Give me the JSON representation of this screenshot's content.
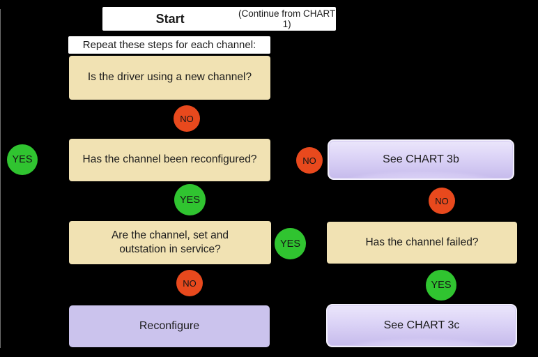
{
  "colors": {
    "background": "#000000",
    "white_box": "#ffffff",
    "question_box": "#f1e2b3",
    "action_flat_box": "#cbc3ed",
    "action_glossy_top": "#ebe6fb",
    "action_glossy_bottom": "#c6bbec",
    "no_circle": "#e8491d",
    "yes_circle": "#30c430",
    "text": "#1b1b1b"
  },
  "header": {
    "start_label": "Start",
    "continue_label": "(Continue from CHART 1)",
    "repeat_label": "Repeat these steps for each channel:"
  },
  "nodes": {
    "q_new_channel": "Is the driver using a new channel?",
    "q_reconfigured": "Has the channel been reconfigured?",
    "q_in_service_line1": "Are the channel, set and",
    "q_in_service_line2": "outstation in service?",
    "q_failed": "Has the channel failed?",
    "action_reconfigure": "Reconfigure",
    "action_chart3b": "See CHART 3b",
    "action_chart3c": "See CHART 3c"
  },
  "labels": {
    "yes": "YES",
    "no": "NO"
  }
}
